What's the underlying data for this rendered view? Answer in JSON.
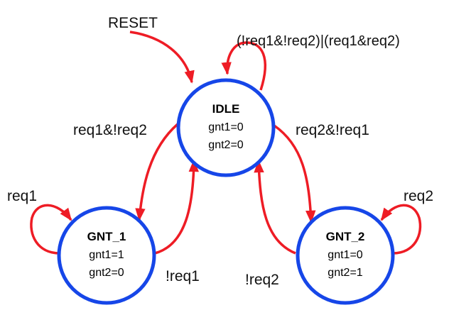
{
  "colors": {
    "state_border": "#1646e8",
    "transition": "#ee1c25",
    "text": "#111111",
    "background": "#ffffff"
  },
  "reset_label": "RESET",
  "states": {
    "idle": {
      "name": "IDLE",
      "outputs": [
        "gnt1=0",
        "gnt2=0"
      ]
    },
    "gnt1": {
      "name": "GNT_1",
      "outputs": [
        "gnt1=1",
        "gnt2=0"
      ]
    },
    "gnt2": {
      "name": "GNT_2",
      "outputs": [
        "gnt1=0",
        "gnt2=1"
      ]
    }
  },
  "transitions": {
    "idle_self": "(!req1&!req2)|(req1&req2)",
    "idle_to_gnt1": "req1&!req2",
    "gnt1_to_idle": "!req1",
    "gnt1_self": "req1",
    "idle_to_gnt2": "req2&!req1",
    "gnt2_to_idle": "!req2",
    "gnt2_self": "req2"
  }
}
